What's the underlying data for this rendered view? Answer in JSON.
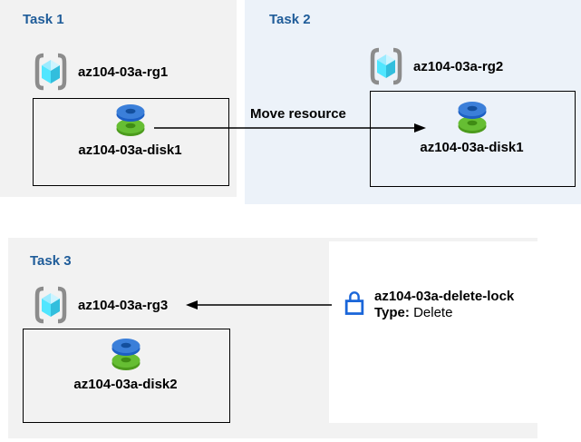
{
  "diagram": {
    "tasks": [
      {
        "title": "Task 1",
        "resource_group": "az104-03a-rg1",
        "disk": "az104-03a-disk1"
      },
      {
        "title": "Task 2",
        "resource_group": "az104-03a-rg2",
        "disk": "az104-03a-disk1"
      },
      {
        "title": "Task 3",
        "resource_group": "az104-03a-rg3",
        "disk": "az104-03a-disk2"
      }
    ],
    "move_arrow_label": "Move resource",
    "lock": {
      "name": "az104-03a-delete-lock",
      "type_label": "Type:",
      "type_value": "Delete"
    },
    "colors": {
      "heading_blue": "#1F5C99",
      "panel_gray": "#F2F2F2",
      "panel_blue": "#ECF2F9",
      "lock_blue": "#1A66D9",
      "disk_blue": "#3B7FD9",
      "disk_green": "#66BE33",
      "rg_cube_cyan": "#50E6FF",
      "rg_cube_teal": "#32BEDD",
      "rg_bracket_gray": "#8C8C8C",
      "arrow_black": "#000000"
    }
  }
}
